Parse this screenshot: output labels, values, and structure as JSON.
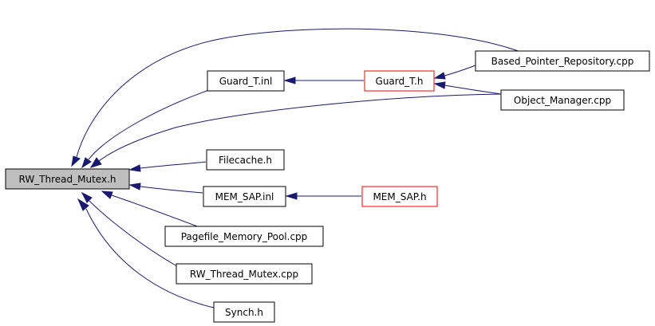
{
  "colors": {
    "background": "#ffffff",
    "edge": "#191970",
    "focus_fill": "#bfbfbf",
    "node_border": "#000000",
    "truncated_border": "#ff0000"
  },
  "nodes": {
    "rw_thread_mutex_h": {
      "label": "RW_Thread_Mutex.h",
      "style": "focus"
    },
    "guard_t_inl": {
      "label": "Guard_T.inl",
      "style": "normal"
    },
    "guard_t_h": {
      "label": "Guard_T.h",
      "style": "truncated"
    },
    "based_pointer_repository_cpp": {
      "label": "Based_Pointer_Repository.cpp",
      "style": "normal"
    },
    "object_manager_cpp": {
      "label": "Object_Manager.cpp",
      "style": "normal"
    },
    "filecache_h": {
      "label": "Filecache.h",
      "style": "normal"
    },
    "mem_sap_inl": {
      "label": "MEM_SAP.inl",
      "style": "normal"
    },
    "mem_sap_h": {
      "label": "MEM_SAP.h",
      "style": "truncated"
    },
    "pagefile_memory_pool_cpp": {
      "label": "Pagefile_Memory_Pool.cpp",
      "style": "normal"
    },
    "rw_thread_mutex_cpp": {
      "label": "RW_Thread_Mutex.cpp",
      "style": "normal"
    },
    "synch_h": {
      "label": "Synch.h",
      "style": "normal"
    }
  },
  "edges": [
    {
      "from": "based_pointer_repository_cpp",
      "to": "rw_thread_mutex_h"
    },
    {
      "from": "guard_t_inl",
      "to": "rw_thread_mutex_h"
    },
    {
      "from": "object_manager_cpp",
      "to": "rw_thread_mutex_h"
    },
    {
      "from": "filecache_h",
      "to": "rw_thread_mutex_h"
    },
    {
      "from": "mem_sap_inl",
      "to": "rw_thread_mutex_h"
    },
    {
      "from": "pagefile_memory_pool_cpp",
      "to": "rw_thread_mutex_h"
    },
    {
      "from": "rw_thread_mutex_cpp",
      "to": "rw_thread_mutex_h"
    },
    {
      "from": "synch_h",
      "to": "rw_thread_mutex_h"
    },
    {
      "from": "guard_t_h",
      "to": "guard_t_inl"
    },
    {
      "from": "based_pointer_repository_cpp",
      "to": "guard_t_h"
    },
    {
      "from": "object_manager_cpp",
      "to": "guard_t_h"
    },
    {
      "from": "mem_sap_h",
      "to": "mem_sap_inl"
    }
  ]
}
